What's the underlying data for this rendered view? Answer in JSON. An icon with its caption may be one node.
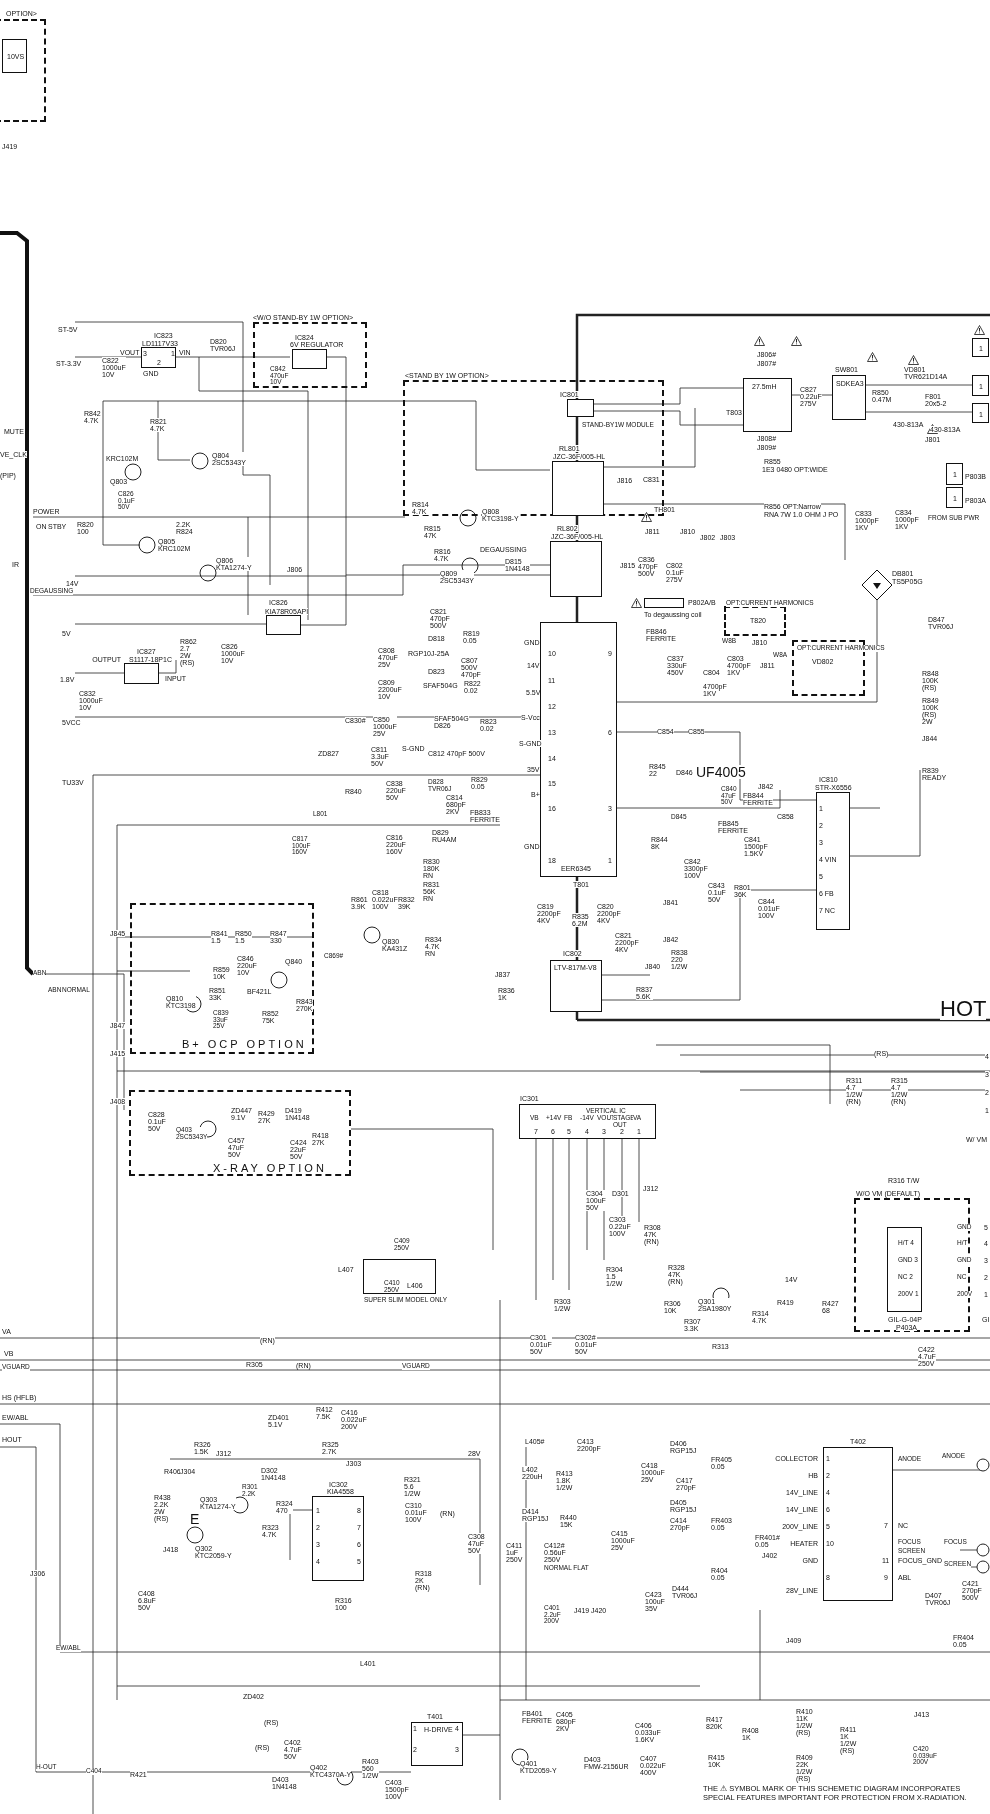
{
  "diagram": {
    "nodes": [
      {
        "text": [
          "OPTION>"
        ]
      },
      {
        "text": [
          "10VS"
        ],
        "in": 0
      },
      {
        "text": [
          "<W/O STAND-BY 1W OPTION>"
        ]
      },
      {
        "text": [
          "IC824",
          "6V REGULATOR"
        ],
        "in": 2
      },
      {
        "text": [
          "<STAND BY 1W OPTION>"
        ]
      },
      {
        "text": [
          "IC801",
          "STAND-BY1W MODULE"
        ],
        "in": 4
      },
      {
        "text": [
          "RL801",
          "JZC-36F/005-HL"
        ],
        "in": 4
      },
      {
        "text": [
          "RL802",
          "JZC-36F/005-HL"
        ]
      },
      {
        "text": [
          "IC823",
          "LD1117V33"
        ]
      },
      {
        "text": [
          "T803",
          "27.5mH"
        ]
      },
      {
        "text": [
          "SW801",
          "SDKEA3"
        ]
      },
      {
        "text": [
          "IC826",
          "KIA78R05API"
        ]
      },
      {
        "text": [
          "IC827",
          "S1117-18P1C"
        ],
        "beside": [
          "OUTPUT",
          "INPUT"
        ]
      },
      {
        "text": [
          "EER6345",
          "T801"
        ]
      },
      {
        "text": [
          "IC810",
          "STR-X6556"
        ]
      },
      {
        "text": [
          "IC802",
          "LTV-817M-V8"
        ]
      },
      {
        "text": [
          "B+ OCP OPTION"
        ]
      },
      {
        "text": [
          "X-RAY OPTION"
        ]
      },
      {
        "text": [
          "IC301",
          "VERTICAL IC"
        ]
      },
      {
        "text": [
          "SUPER SLIM MODEL ONLY"
        ]
      },
      {
        "text": [
          "IC302",
          "KIA4558"
        ]
      },
      {
        "text": [
          "W/O VM (DEFAULT)"
        ]
      },
      {
        "text": [
          "GIL-G-04P",
          "P403A"
        ],
        "in": 21
      },
      {
        "text": [
          "T402"
        ],
        "beside": [
          "COLLECTOR",
          "HB",
          "14V_LINE",
          "14V_LINE",
          "200V_LINE",
          "HEATER",
          "GND",
          "28V_LINE",
          "ANODE",
          "NC",
          "FOCUS",
          "SCREEN",
          "FOCUS_GND",
          "ABL"
        ]
      },
      {
        "text": [
          "T401",
          "H-DRIVE"
        ]
      },
      {
        "text": [
          "1"
        ],
        "beside": [
          "P803B"
        ]
      },
      {
        "text": [
          "1"
        ],
        "beside": [
          "P803A"
        ]
      },
      {
        "text": [
          "1"
        ]
      },
      {
        "text": [
          "1"
        ]
      },
      {
        "text": [
          "1"
        ]
      },
      {
        "text": [
          "OPT:CURRENT HARMONICS"
        ]
      },
      {
        "text": [
          "OPT:CURRENT HARMONICS"
        ]
      },
      {
        "text": [],
        "shape": "diamond",
        "beside": [
          "DB801",
          "TS5P05G"
        ]
      },
      {
        "text": [],
        "shape": "box",
        "beside": [
          "P802A/B",
          "To degaussing coil"
        ]
      }
    ],
    "edges": [
      {
        "from": 5,
        "to": 9,
        "arrow": "none"
      },
      {
        "from": 5,
        "to": 9,
        "arrow": "none"
      },
      {
        "from": 9,
        "to": 10,
        "arrow": "none"
      },
      {
        "from": 10,
        "to": 28,
        "arrow": "none"
      },
      {
        "from": 10,
        "to": 29,
        "arrow": "none"
      },
      {
        "from": 13,
        "to": 14,
        "arrow": "none"
      },
      {
        "from": 15,
        "to": 14,
        "arrow": "none"
      },
      {
        "from": 13,
        "to": 32,
        "arrow": "none"
      },
      {
        "from": 3,
        "to": 11,
        "arrow": "none"
      },
      {
        "from": 8,
        "to": 3,
        "arrow": "none"
      }
    ],
    "labels": [
      "J419",
      "ST-5V",
      "ST-3.3V",
      "C822 1000uF 10V",
      "VOUT",
      "3",
      "1",
      "2",
      "GND",
      "VIN",
      "D820 TVR06J",
      "C842 470uF 10V",
      "R842 4.7K",
      "R821 4.7K",
      "KRC102M",
      "Q803",
      "C826 0.1uF 50V",
      "Q804 2SC5343Y",
      "MUTE",
      "VE_CLK",
      "(PIP)",
      "POWER",
      "ON",
      "STBY",
      "R820 100",
      "2.2K R824",
      "Q805 KRC102M",
      "Q806 KTA1274-Y",
      "IR",
      "14V",
      "DEGAUSSING",
      "J806",
      "R814 4.7K",
      "R815 47K",
      "Q808 KTC3198-Y",
      "R816 4.7K",
      "Q809 2SC5343Y",
      "DEGAUSSING",
      "D815 1N4148",
      "J816",
      "C831",
      "TH801",
      "J811",
      "J810",
      "J802",
      "J803",
      "J815",
      "C836 470pF 500V",
      "C802 0.1uF 275V",
      "J806#",
      "J807#",
      "J808#",
      "J809#",
      "C827 0.22uF 275V",
      "R850 0.47M",
      "VD801 TVR621D14A",
      "F801 20x5-2",
      "430-813A",
      "430-813A",
      "J801",
      "R855",
      "1E3 0480 OPT:WIDE",
      "R856 OPT:Narrow",
      "RNA 7W 1.0 OHM J PO",
      "C833 1000pF 1KV",
      "C834 1000pF 1KV",
      "FROM SUB PWR",
      "5V",
      "1.8V",
      "C832 1000uF 10V",
      "R862 2.7 2W (RS)",
      "C826 1000uF 10V",
      "5VCC",
      "TU33V",
      "C821 470pF 500V",
      "D818",
      "RGP10J-25A",
      "R819 0.05",
      "C808 470uF 25V",
      "C807 500V 470pF",
      "D823",
      "SFAF504G",
      "C809 2200uF 10V",
      "R822 0.02",
      "C830#",
      "C850 1000uF 25V",
      "SFAF504G D826",
      "R823 0.02",
      "C811 3.3uF 50V",
      "S-GND",
      "ZD827",
      "R840",
      "C812 470pF 500V",
      "D828 TVR06J",
      "R829 0.05",
      "C838 220uF 50V",
      "C814 680pF 2KV",
      "FB833 FERRITE",
      "D829 RU4AM",
      "L801",
      "C817 100uF 160V",
      "C816 220uF 160V",
      "R830 180K RN",
      "R831 56K RN",
      "R861 3.9K",
      "C818 0.022uF 100V",
      "R832 39K",
      "Q830 KA431Z",
      "R834 4.7K RN",
      "C869#",
      "J845",
      "ABN",
      "ABN",
      "NORMAL",
      "R841 1.5",
      "R850 1.5",
      "R847 330",
      "C846 220uF 10V",
      "R859 10K",
      "Q840",
      "BF421L",
      "Q810 KTC3198",
      "R851 33K",
      "C839 33uF 25V",
      "R852 75K",
      "R843 270K",
      "J847",
      "J415",
      "J408",
      "C828 0.1uF 50V",
      "Q403 2SC5343Y",
      "ZD447 9.1V",
      "C457 47uF 50V",
      "R429 27K",
      "D419 1N4148",
      "C424 22uF 50V",
      "R418 27K",
      "GND",
      "14V",
      "5.5V",
      "S-Vcc",
      "S-GND",
      "35V",
      "B+",
      "GND",
      "10",
      "11",
      "12",
      "13",
      "14",
      "15",
      "16",
      "18",
      "9",
      "6",
      "3",
      "1",
      "FB846 FERRITE",
      "C837 330uF 450V",
      "C804",
      "4700pF 1KV",
      "C803 4700pF 1KV",
      "T820",
      "J810",
      "J811",
      "W8B",
      "W8A",
      "VD802",
      "D847 TVR06J",
      "R848 100K (RS)",
      "R849 100K (RS) 2W",
      "J844",
      "R839 READY",
      "C854",
      "C855",
      "R845 22",
      "D846",
      "UF4005",
      "D845",
      "C840 47uF 50V",
      "J842",
      "FB844 FERRITE",
      "C858",
      "FB845 FERRITE",
      "C841 1500pF 1.5KV",
      "R844 8K",
      "C842 3300pF 100V",
      "1",
      "2",
      "3",
      "4 VIN",
      "5",
      "6 FB",
      "7 NC",
      "C843 0.1uF 50V",
      "R801 36K",
      "C844 0.01uF 100V",
      "J841",
      "J842",
      "R838 220 1/2W",
      "J840",
      "C819 2200pF 4KV",
      "R835 6.2M",
      "C820 2200pF 4KV",
      "C821 2200pF 4KV",
      "J837",
      "R836 1K",
      "R837 5.6K",
      "HOT",
      "(RS)",
      "R311 4.7 1/2W (RN)",
      "R315 4.7 1/2W (RN)",
      "4",
      "3",
      "2",
      "1",
      "VB",
      "+14V",
      "FB",
      "-14V",
      "VOUT",
      "STAGE OUT",
      "VA",
      "7",
      "6",
      "5",
      "4",
      "3",
      "2",
      "1",
      "C304 100uF 50V",
      "D301",
      "J312",
      "W/ VM",
      "R316 T/W",
      "H/T 4",
      "GND 3",
      "NC 2",
      "200V 1",
      "GND",
      "H/T",
      "GND",
      "NC",
      "200V",
      "5",
      "4",
      "3",
      "2",
      "1",
      "GI",
      "C303 0.22uF 100V",
      "R308 47K (RN)",
      "R304 1.5 1/2W",
      "R328 47K (RN)",
      "R303 1/2W",
      "R306 10K",
      "Q301 2SA1980Y",
      "R307 3.3K",
      "R313",
      "R314 4.7K",
      "R419",
      "14V",
      "R427 68",
      "C301 0.01uF 50V",
      "C302# 0.01uF 50V",
      "C422 4.7uF 250V",
      "L405#",
      "L402 220uH",
      "C413 2200pF",
      "R413 1.8K 1/2W",
      "D414 RGP15J",
      "R440 15K",
      "C411 1uF 250V",
      "C412# 0.56uF 250V",
      "NORMAL FLAT",
      "C401 2.2uF 200V",
      "J419",
      "J420",
      "C418 1000uF 25V",
      "D406 RGP15J",
      "C417 270pF",
      "FR405 0.05",
      "D405 RGP15J",
      "C414 270pF",
      "FR403 0.05",
      "C415 1000uF 25V",
      "FR401# 0.05",
      "J402",
      "R404 0.05",
      "D444 TVR06J",
      "C423 100uF 35V",
      "1",
      "2",
      "4",
      "6",
      "5",
      "10",
      "8",
      "7",
      "11",
      "9",
      "ANODE",
      "FOCUS",
      "SCREEN",
      "D407 TVR06J",
      "C421 270pF 500V",
      "FR404 0.05",
      "J409",
      "J413",
      "R417 820K",
      "R408 1K",
      "R410 11K 1/2W (RS)",
      "R411 1K 1/2W (RS)",
      "R415 10K",
      "R409 22K 1/2W (RS)",
      "C420 0.039uF 200V",
      "C405 680pF 2KV",
      "FB401 FERRITE",
      "C406 0.033uF 1.6KV",
      "D403 FMW-2156UR",
      "C407 0.022uF 400V",
      "Q401 KTD2059-Y",
      "THE ⚠ SYMBOL MARK OF THIS SCHEMETIC DIAGRAM INCORPORATES SPECIAL FEATURES IMPORTANT FOR PROTECTION FROM X-RADIATION.",
      "VA",
      "VB",
      "VGUARD",
      "HS (HFLB)",
      "EW/ABL",
      "HOUT",
      "(RN)",
      "R305",
      "(RN)",
      "VGUARD",
      "L407",
      "C409 250V",
      "C410 250V",
      "L406",
      "ZD401 5.1V",
      "R412 7.5K",
      "C416 0.022uF 200V",
      "R326 1.5K",
      "J312",
      "R325 2.7K",
      "J303",
      "28V",
      "R406",
      "J304",
      "R438 2.2K 2W (RS)",
      "D302 1N4148",
      "R301 2.2K",
      "Q303 KTA1274-Y",
      "E",
      "R324 470",
      "R323 4.7K",
      "Q302 KTC2059-Y",
      "J418",
      "C408 6.8uF 50V",
      "1",
      "2",
      "3",
      "4",
      "8",
      "7",
      "6",
      "5",
      "C310 0.01uF 100V",
      "R321 5.6 1/2W",
      "(RN)",
      "C308 47uF 50V",
      "R318 2K (RN)",
      "R316 100",
      "J306",
      "EW/ABL",
      "L401",
      "ZD402",
      "(RS)",
      "(RS)",
      "C402 4.7uF 50V",
      "Q402 KTC4370A-Y",
      "R403 560 1/2W",
      "C403 1500pF 100V",
      "D403 1N4148",
      "R421",
      "H-OUT",
      "C404",
      "1",
      "4",
      "2",
      "3"
    ]
  }
}
